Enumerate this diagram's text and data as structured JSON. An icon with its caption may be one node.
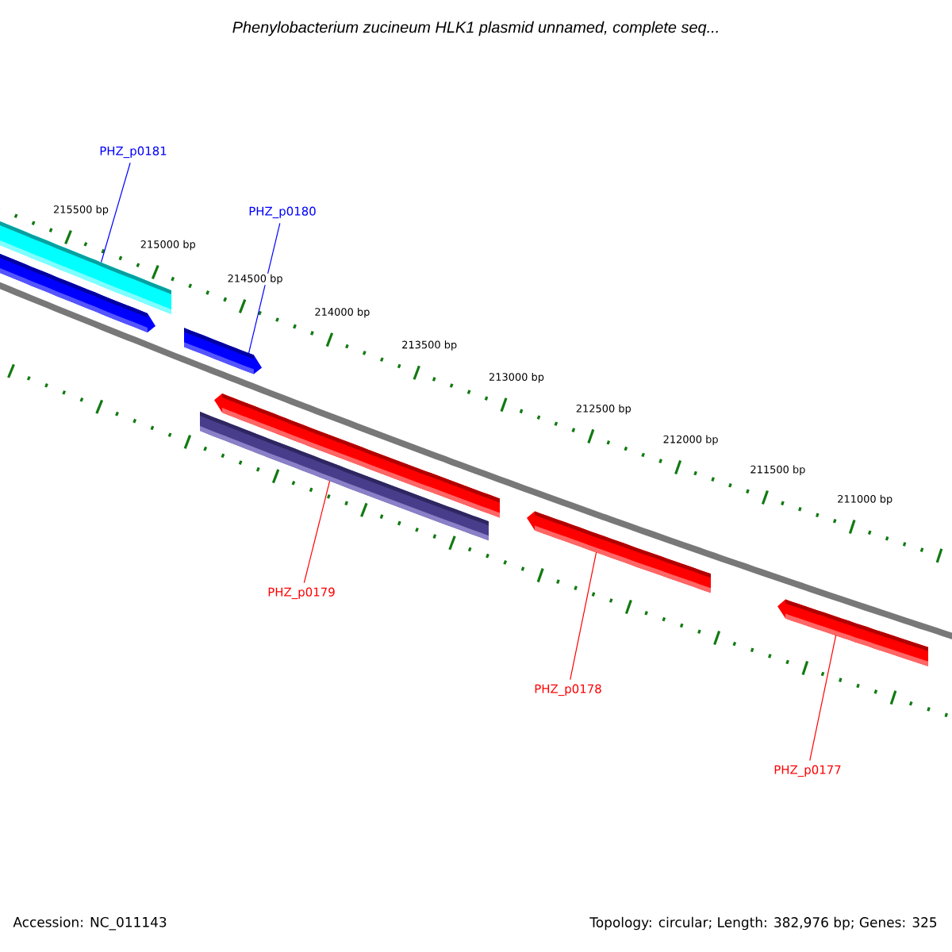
{
  "diagram": {
    "title": "Phenylobacterium zucineum HLK1 plasmid unnamed, complete seq...",
    "nodes": [
      {
        "text": [
          "PHZ_p0181"
        ]
      },
      {
        "text": [
          "PHZ_p0180"
        ]
      },
      {
        "text": [
          "PHZ_p0179"
        ]
      },
      {
        "text": [
          "PHZ_p0178"
        ]
      },
      {
        "text": [
          "PHZ_p0177"
        ]
      },
      {
        "text": [],
        "shape": "bar"
      },
      {
        "text": [],
        "shape": "bar"
      },
      {
        "text": [],
        "shape": "bar"
      },
      {
        "text": [],
        "shape": "bar"
      },
      {
        "text": [],
        "shape": "bar"
      },
      {
        "text": [],
        "shape": "bar"
      },
      {
        "text": [],
        "shape": "bar"
      }
    ],
    "edges": [
      {
        "from": 0,
        "to": 5,
        "arrow": "none",
        "color": "#0000ff"
      },
      {
        "from": 1,
        "to": 7,
        "arrow": "none",
        "color": "#0000ff"
      },
      {
        "from": 2,
        "to": 9,
        "arrow": "none"
      },
      {
        "from": 3,
        "to": 10,
        "arrow": "none"
      },
      {
        "from": 4,
        "to": 11,
        "arrow": "none"
      }
    ],
    "labels": [
      "215500 bp",
      "215000 bp",
      "214500 bp",
      "214000 bp",
      "213500 bp",
      "213000 bp",
      "212500 bp",
      "212000 bp",
      "211500 bp",
      "211000 bp",
      "Accession: NC_011143",
      "Topology: circular; Length: 382,976 bp; Genes: 325"
    ]
  }
}
